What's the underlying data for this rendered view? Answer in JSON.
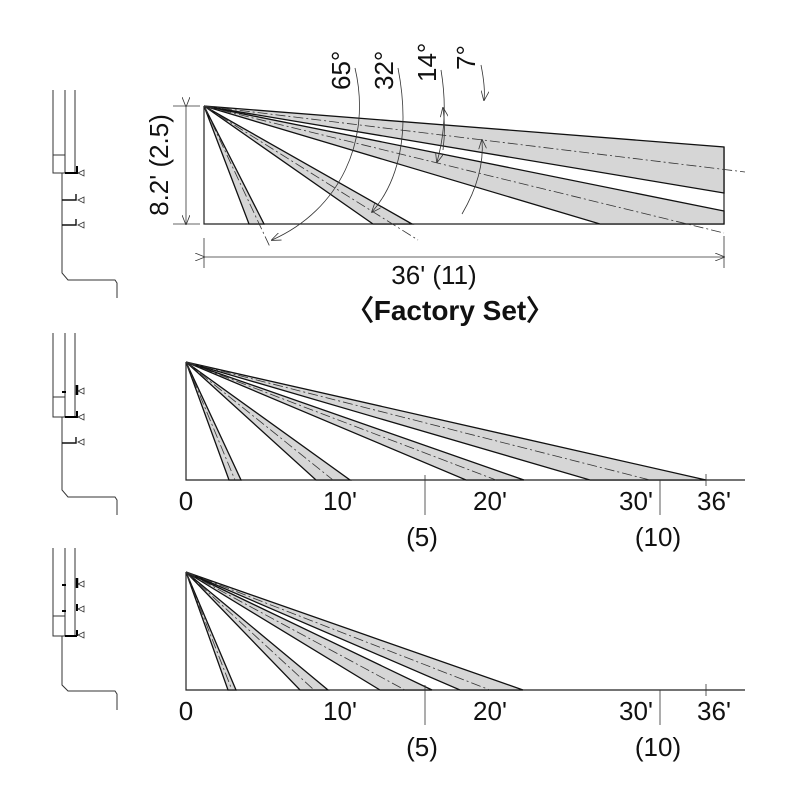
{
  "top": {
    "height_dimension": "8.2' (2.5)",
    "width_dimension": "36' (11)",
    "caption": "〈Factory Set〉",
    "angles": [
      "65°",
      "32°",
      "14°",
      "7°"
    ]
  },
  "middle": {
    "axis_labels": {
      "zero": "0",
      "ten": "10'",
      "five_m": "(5)",
      "twenty": "20'",
      "thirty": "30'",
      "ten_m": "(10)",
      "thirtysix": "36'"
    }
  },
  "bottom": {
    "axis_labels": {
      "zero": "0",
      "ten": "10'",
      "five_m": "(5)",
      "twenty": "20'",
      "thirty": "30'",
      "ten_m": "(10)",
      "thirtysix": "36'"
    }
  }
}
